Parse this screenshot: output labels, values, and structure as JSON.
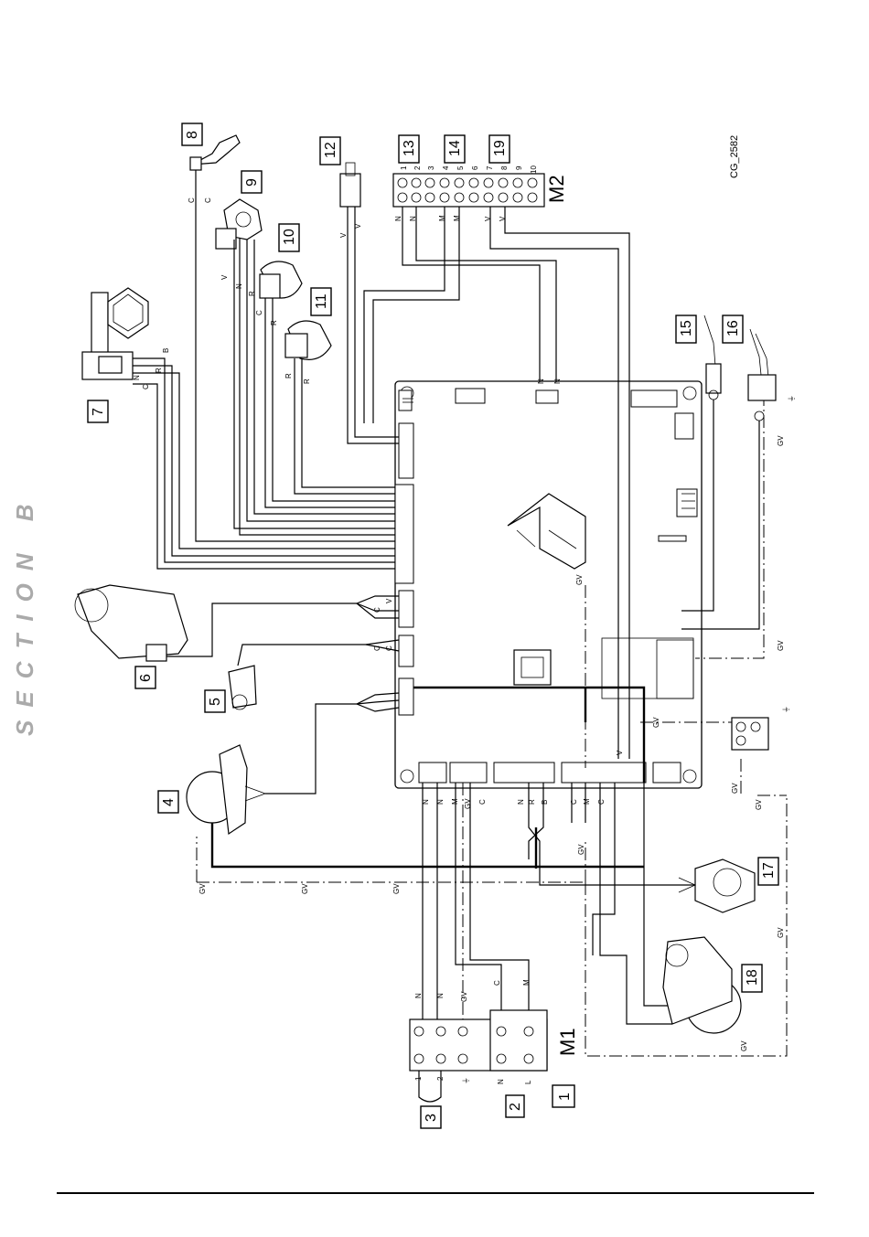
{
  "section_label": "SECTION B",
  "drawing_code": "CG_2582",
  "component_numbers": [
    "1",
    "2",
    "3",
    "4",
    "5",
    "6",
    "7",
    "8",
    "9",
    "10",
    "11",
    "12",
    "13",
    "14",
    "15",
    "16",
    "17",
    "18",
    "19"
  ],
  "terminal_blocks": {
    "m1": "M1",
    "m2": "M2"
  },
  "m2_terminals": [
    "1",
    "2",
    "3",
    "4",
    "5",
    "6",
    "7",
    "8",
    "9",
    "10"
  ],
  "m2_wire_labels": [
    "N",
    "N",
    "M",
    "M",
    "V",
    "V"
  ],
  "m1_terminal_labels": [
    "1",
    "2",
    "N",
    "L"
  ],
  "m1_wire_labels": [
    "N",
    "N",
    "GV",
    "C",
    "M"
  ],
  "wire_labels": {
    "sensor_8": "C",
    "sensor_9": [
      "C",
      "V",
      "N",
      "R"
    ],
    "sensor_10": [
      "C",
      "R"
    ],
    "sensor_11": [
      "R",
      "R"
    ],
    "sensor_12": [
      "V",
      "V"
    ],
    "sensor_7": [
      "B",
      "R",
      "N",
      "C"
    ],
    "pcb_top_connector": [
      "M",
      "M",
      "V",
      "V"
    ],
    "pcb_mid_connector": [
      "C",
      "R",
      "B",
      "C",
      "C",
      "N",
      "R",
      "V",
      "C",
      "C",
      "R",
      "C",
      "R"
    ],
    "pcb_gasvalve": [
      "M",
      "V",
      "C",
      "B"
    ],
    "pcb_5": [
      "C",
      "C"
    ],
    "pcb_4": [
      "C",
      "M",
      "V",
      "N",
      "M"
    ],
    "pcb_bottom": [
      "N",
      "N",
      "M",
      "GV",
      "C",
      "N",
      "R",
      "B",
      "C",
      "M",
      "C",
      "M",
      "V"
    ],
    "ground": "GV",
    "ground_labels": [
      "GV",
      "GV",
      "GV",
      "GV",
      "GV",
      "GV",
      "GV",
      "GV",
      "GV",
      "GV",
      "GV",
      "GV"
    ]
  },
  "ground_symbol": "⏚"
}
